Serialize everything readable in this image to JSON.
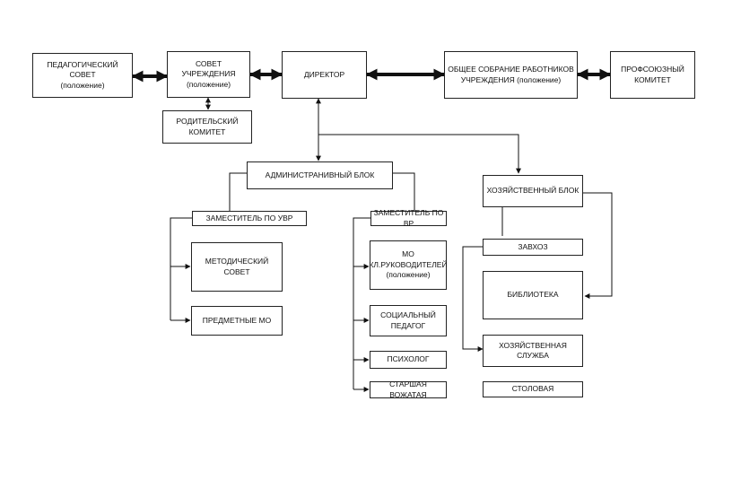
{
  "nodes": {
    "ped_sovet": {
      "line1": "ПЕДАГОГИЧЕСКИЙ СОВЕТ",
      "line2": "(положение)"
    },
    "sovet_uchr": {
      "line1": "СОВЕТ УЧРЕЖДЕНИЯ",
      "line2": "(положение)"
    },
    "direktor": {
      "label": "ДИРЕКТОР"
    },
    "obshee_sobranie": {
      "line1": "ОБЩЕЕ СОБРАНИЕ РАБОТНИКОВ",
      "line2": "УЧРЕЖДЕНИЯ (положение)"
    },
    "profsoyuz": {
      "line1": "ПРОФСОЮЗНЫЙ",
      "line2": "КОМИТЕТ"
    },
    "roditelsky": {
      "label": "РОДИТЕЛЬСКИЙ КОМИТЕТ"
    },
    "admin_blok": {
      "label": "АДМИНИСТРАНИВНЫЙ БЛОК"
    },
    "hoz_blok": {
      "label": "ХОЗЯЙСТВЕННЫЙ БЛОК"
    },
    "zam_uvr": {
      "label": "ЗАМЕСТИТЕЛЬ ПО УВР"
    },
    "zam_vr": {
      "label": "ЗАМЕСТИТЕЛЬ ПО ВР"
    },
    "zavhoz": {
      "label": "ЗАВХОЗ"
    },
    "metod_sovet": {
      "label": "МЕТОДИЧЕСКИЙ СОВЕТ"
    },
    "predmet_mo": {
      "label": "ПРЕДМЕТНЫЕ МО"
    },
    "mo_kl": {
      "line1": "МО",
      "line2": "КЛ.РУКОВОДИТЕЛЕЙ",
      "line3": "(положение)"
    },
    "soc_pedagog": {
      "line1": "СОЦИАЛЬНЫЙ",
      "line2": "ПЕДАГОГ"
    },
    "psiholog": {
      "label": "ПСИХОЛОГ"
    },
    "vozhataya": {
      "label": "СТАРШАЯ ВОЖАТАЯ"
    },
    "biblioteka": {
      "label": "БИБЛИОТЕКА"
    },
    "hoz_sluzhba": {
      "label": "ХОЗЯЙСТВЕННАЯ СЛУЖБА"
    },
    "stolovaya": {
      "label": "СТОЛОВАЯ"
    }
  }
}
